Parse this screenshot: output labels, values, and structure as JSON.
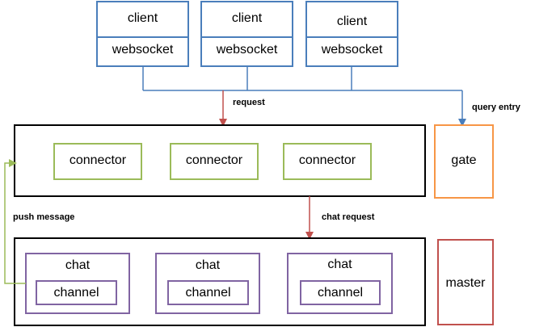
{
  "clients": [
    {
      "title": "client",
      "sub": "websocket"
    },
    {
      "title": "client",
      "sub": "websocket"
    },
    {
      "title": "client",
      "sub": "websocket"
    }
  ],
  "connectors": [
    "connector",
    "connector",
    "connector"
  ],
  "chats": [
    {
      "title": "chat",
      "sub": "channel"
    },
    {
      "title": "chat",
      "sub": "channel"
    },
    {
      "title": "chat",
      "sub": "channel"
    }
  ],
  "gate": "gate",
  "master": "master",
  "labels": {
    "request": "request",
    "query_entry": "query entry",
    "push_message": "push message",
    "chat_request": "chat request"
  },
  "colors": {
    "client_border": "#4a7ebb",
    "connector_border": "#9bbb59",
    "chat_border": "#8064a2",
    "gate_border": "#f79646",
    "master_border": "#c0504d",
    "request_arrow": "#c0504d",
    "query_line": "#4a7ebb",
    "push_line": "#9bbb59"
  }
}
